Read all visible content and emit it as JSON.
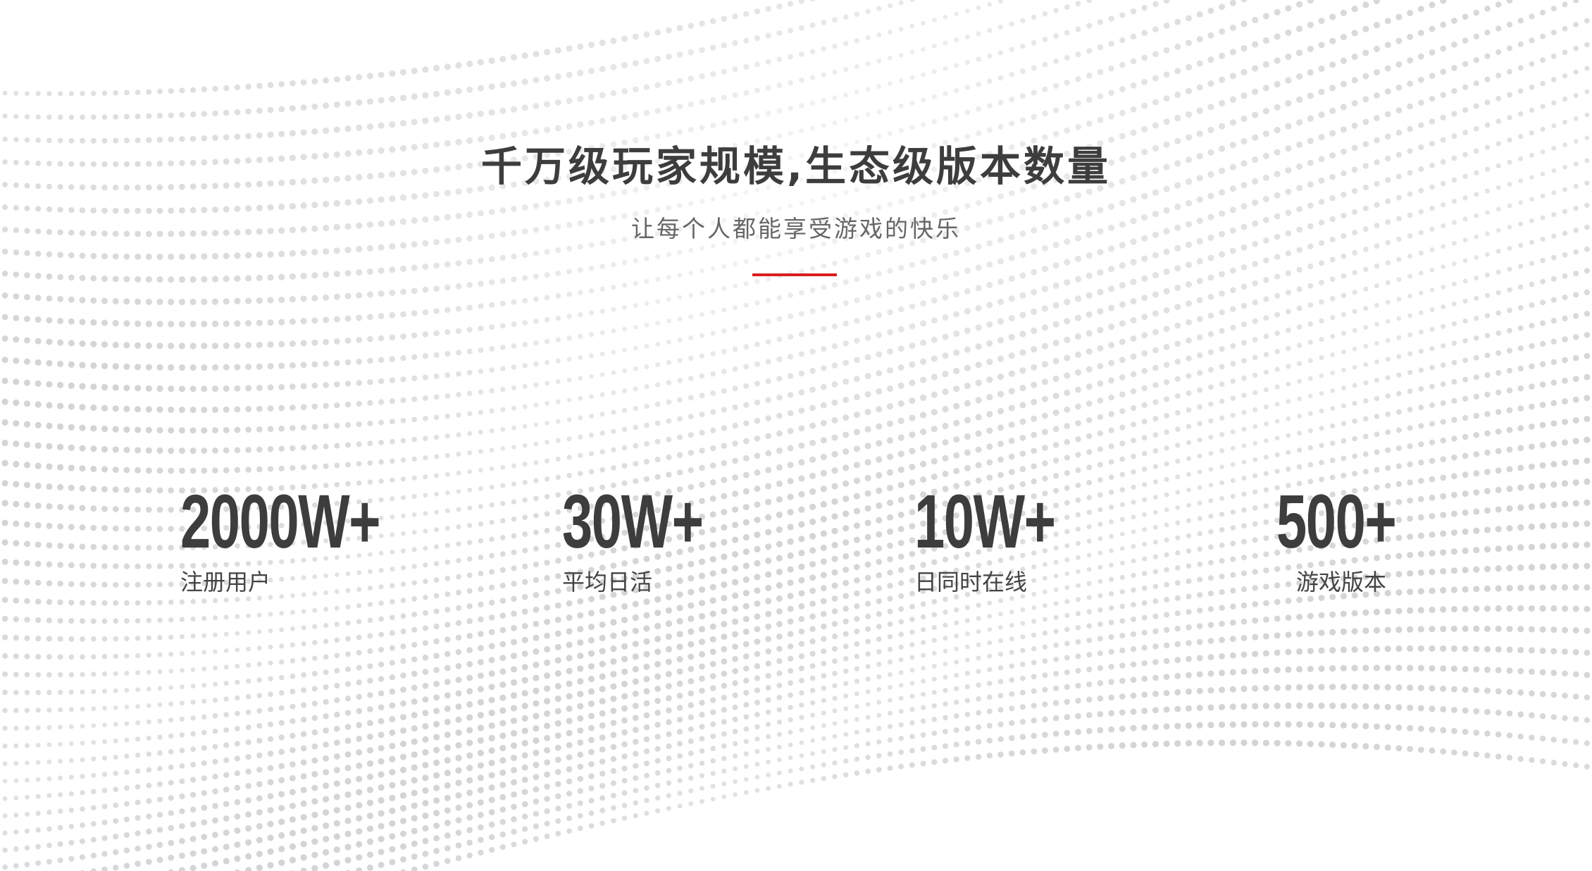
{
  "header": {
    "title": "千万级玩家规模,生态级版本数量",
    "subtitle": "让每个人都能享受游戏的快乐"
  },
  "colors": {
    "accent": "#d91e1e",
    "text": "#3d3d3d",
    "dots": "#cfcfcf"
  },
  "stats": [
    {
      "value": "2000W+",
      "label": "注册用户"
    },
    {
      "value": "30W+",
      "label": "平均日活"
    },
    {
      "value": "10W+",
      "label": "日同时在线"
    },
    {
      "value": "500+",
      "label": "游戏版本"
    }
  ]
}
